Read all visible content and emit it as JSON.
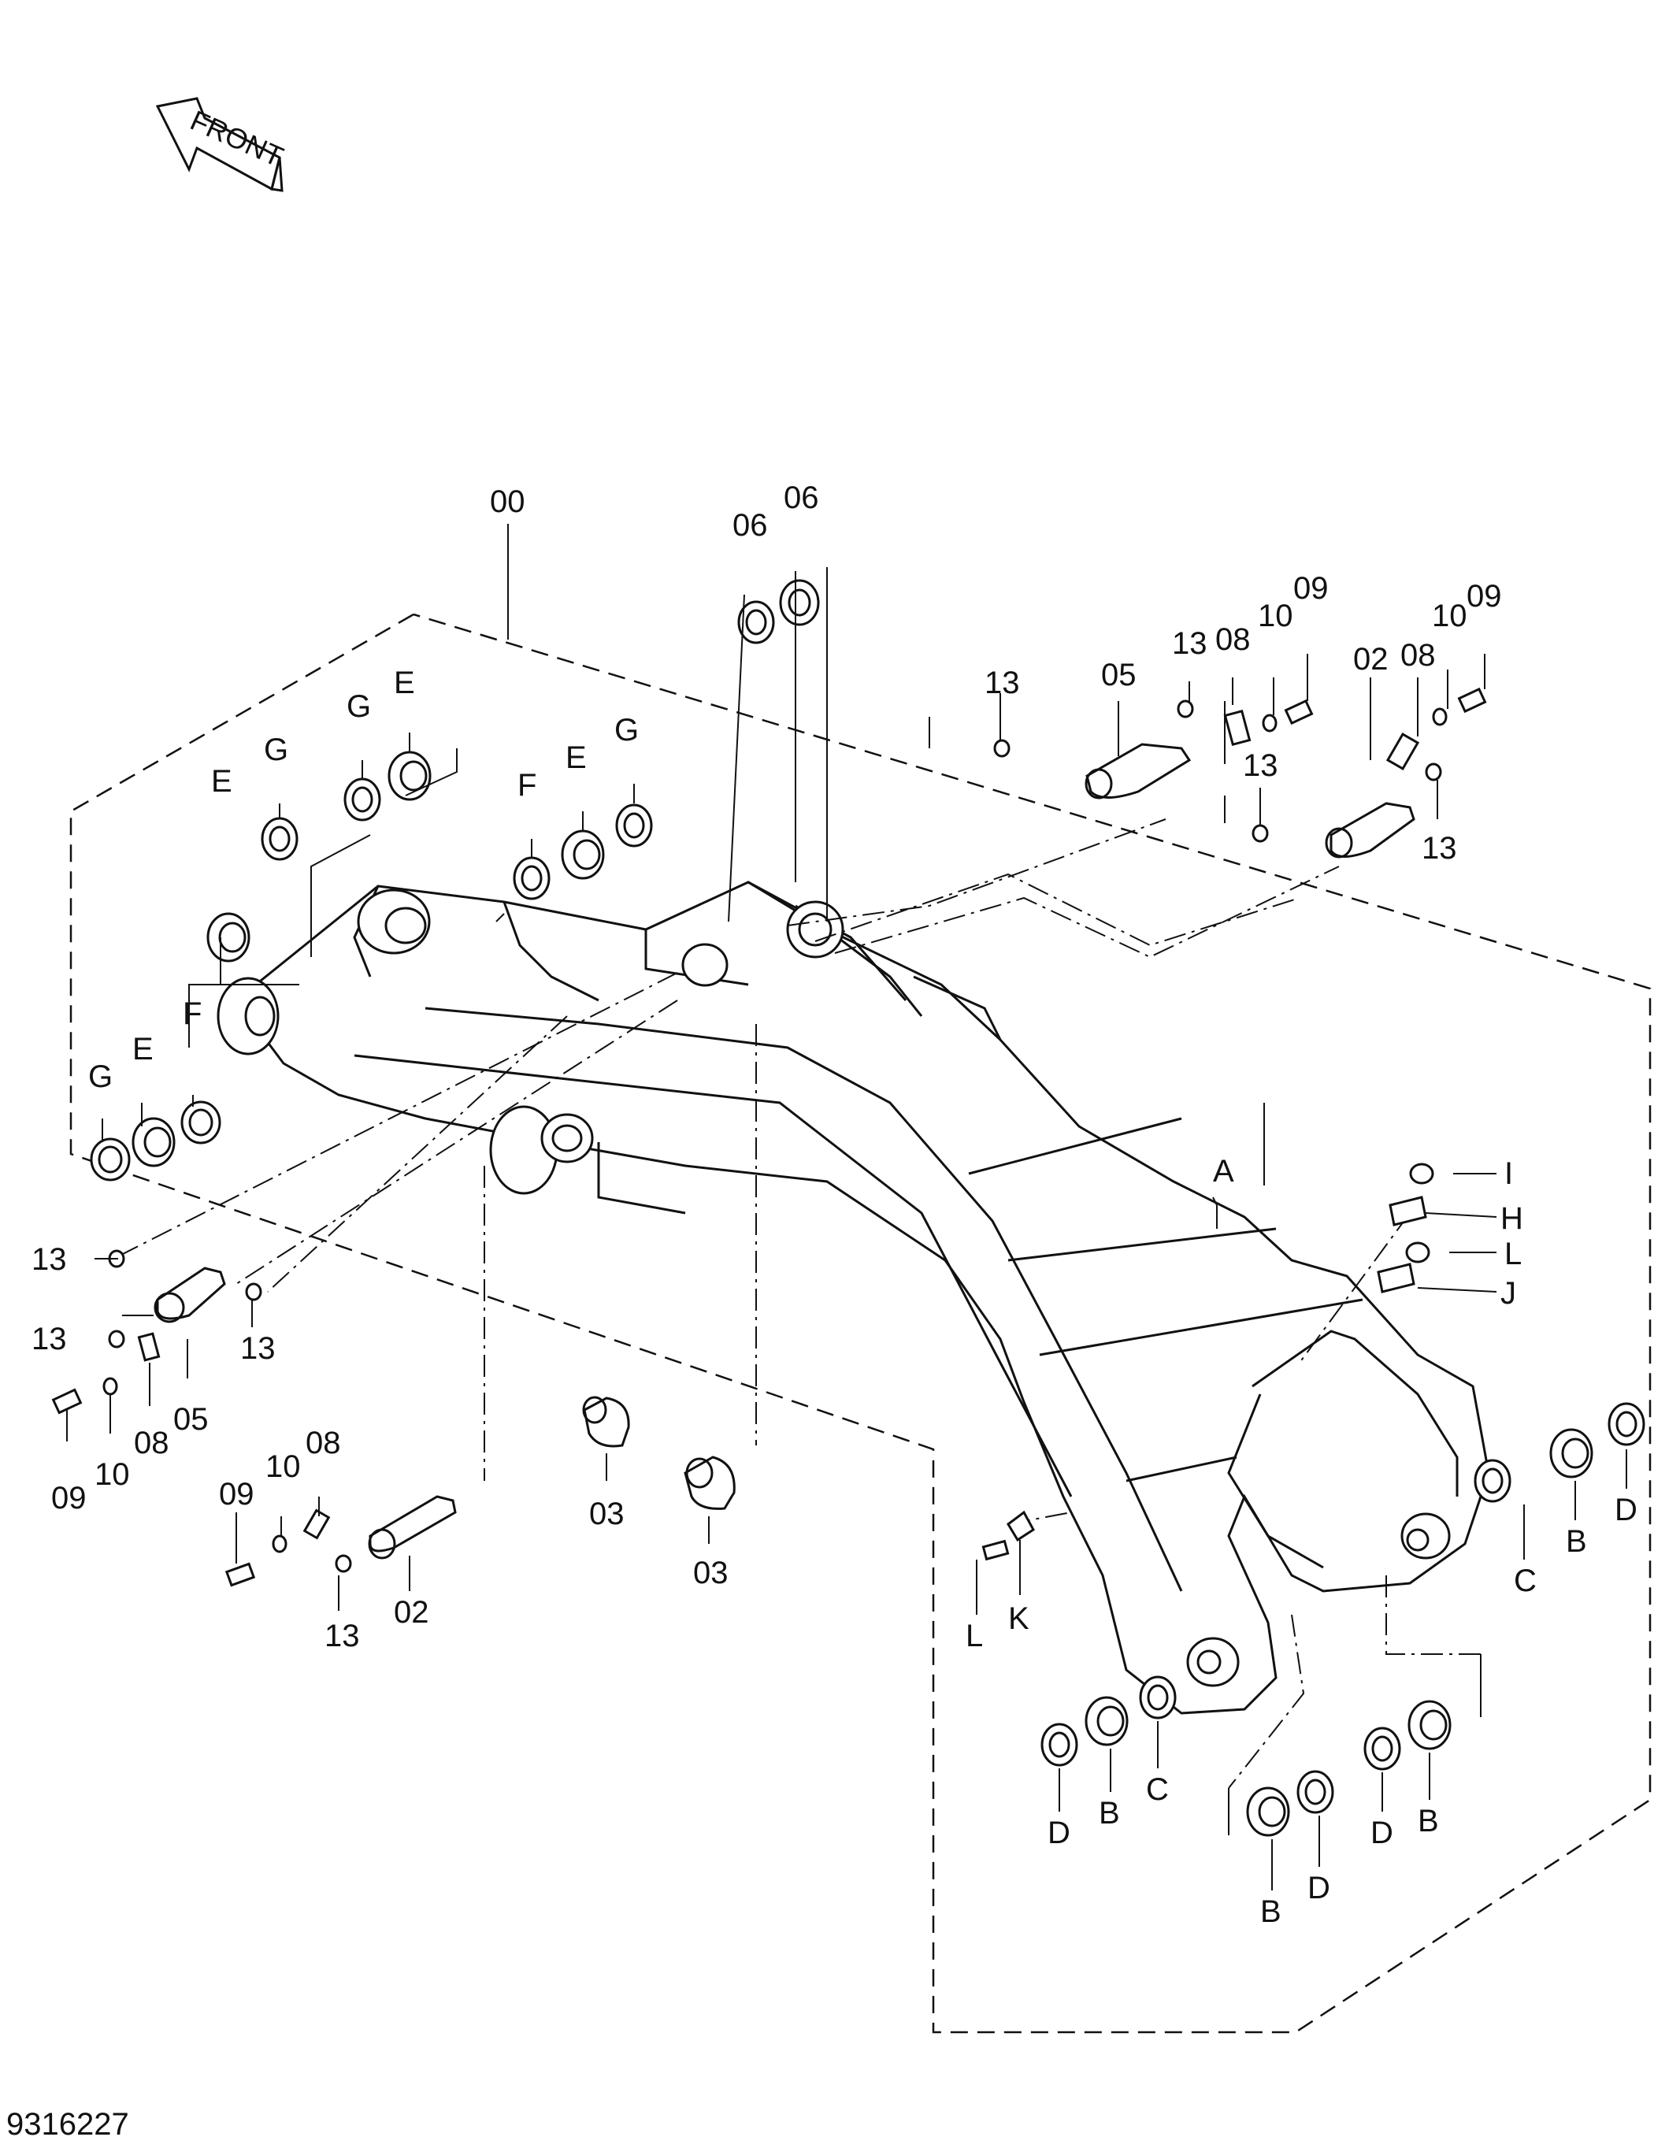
{
  "diagram": {
    "orientation_label": "FRONT",
    "figure_number": "9316227",
    "callouts": {
      "assembly": "00",
      "main_pin_left": "02",
      "main_pin_right": "02",
      "bushing_left": "03",
      "bushing_right": "03",
      "pin_top": "05",
      "pin_left": "05",
      "seal_top_left": "06",
      "seal_top_right": "06",
      "plate_top_mid": "08",
      "plate_top_right": "08",
      "plate_left": "08",
      "plate_bottom": "08",
      "bolt_top_mid": "09",
      "bolt_top_right": "09",
      "bolt_left": "09",
      "bolt_bottom": "09",
      "washer_top_mid": "10",
      "washer_top_right": "10",
      "washer_left": "10",
      "washer_bottom": "10",
      "fitting_top_left": "13",
      "fitting_top_mid_a": "13",
      "fitting_top_mid_b": "13",
      "fitting_top_right": "13",
      "fitting_left_a": "13",
      "fitting_left_b": "13",
      "fitting_left_c": "13",
      "fitting_bottom": "13",
      "boom": "A",
      "bushing_b_1": "B",
      "bushing_b_2": "B",
      "bushing_b_3": "B",
      "bushing_b_4": "B",
      "ring_c_1": "C",
      "ring_c_2": "C",
      "ring_d_1": "D",
      "ring_d_2": "D",
      "ring_d_3": "D",
      "ring_d_4": "D",
      "ring_e_1": "E",
      "ring_e_2": "E",
      "ring_e_3": "E",
      "ring_e_4": "E",
      "ring_f_1": "F",
      "ring_f_2": "F",
      "ring_g_1": "G",
      "ring_g_2": "G",
      "ring_g_3": "G",
      "ring_g_4": "G",
      "screw_h": "H",
      "bolt_i": "I",
      "plate_j": "J",
      "plate_k": "K",
      "bolt_l_1": "L",
      "bolt_l_2": "L"
    }
  }
}
